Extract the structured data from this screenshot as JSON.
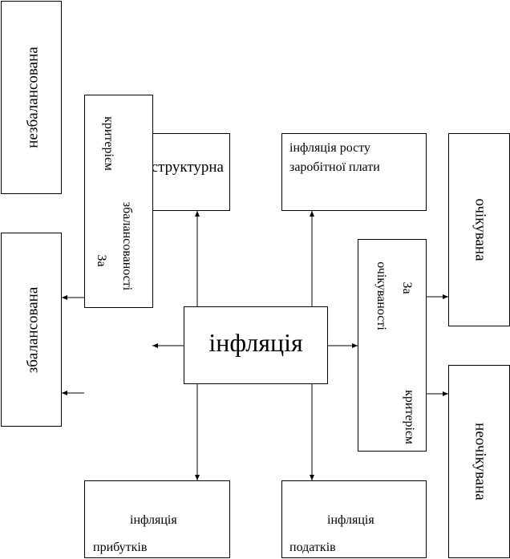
{
  "center": {
    "label": "інфляція"
  },
  "boxes": {
    "unbalanced": "незбалансована",
    "balanced": "збалансована",
    "structural": "структурна",
    "wage_growth_line1": "інфляція росту",
    "wage_growth_line2": "заробітної плати",
    "expected": "очікувана",
    "unexpected": "неочікувана",
    "profit_line1": "інфляція",
    "profit_line2": "прибутків",
    "tax_line1": "інфляція",
    "tax_line2": "податків"
  },
  "criteria": {
    "balance": {
      "word1": "критерієм",
      "word2": "За",
      "word3": "збалансованості"
    },
    "expectation": {
      "word1": "За",
      "word2": "очікуваності",
      "word3": "критерієм"
    }
  }
}
